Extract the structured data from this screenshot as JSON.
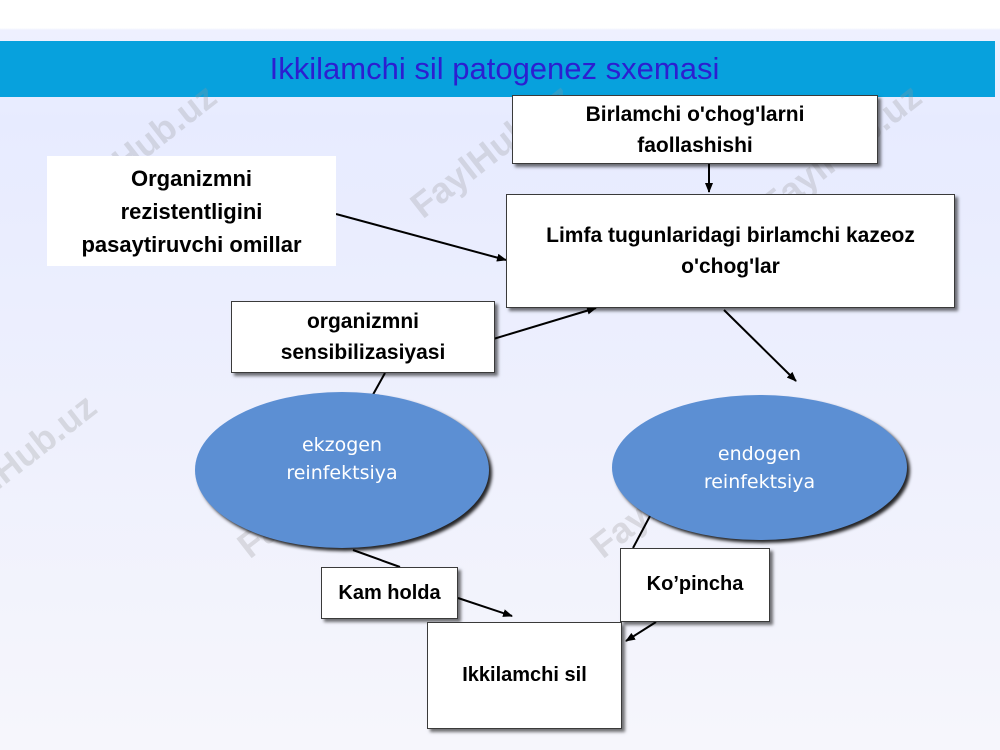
{
  "title": "Ikkilamchi sil patogenez sxemasi",
  "watermark": "FaylHub.uz",
  "nodes": {
    "primary_activation": "Birlamchi o'chog'larni faollashishi",
    "resistance_factors": "Organizmni rezistentligini pasaytiruvchi omillar",
    "lymph_foci": "Limfa tugunlaridagi birlamchi kazeoz o'chog'lar",
    "sensitization": "organizmni sensibilizasiyasi",
    "exogenous": "ekzogen reinfektsiya",
    "endogenous": "endogen reinfektsiya",
    "rarely": "Kam holda",
    "mostly": "Ko’pincha",
    "secondary_tb": "Ikkilamchi sil"
  },
  "colors": {
    "title_bar": "#07a1dd",
    "title_text": "#2c1fd0",
    "ellipse_fill": "#5c8fd3"
  }
}
